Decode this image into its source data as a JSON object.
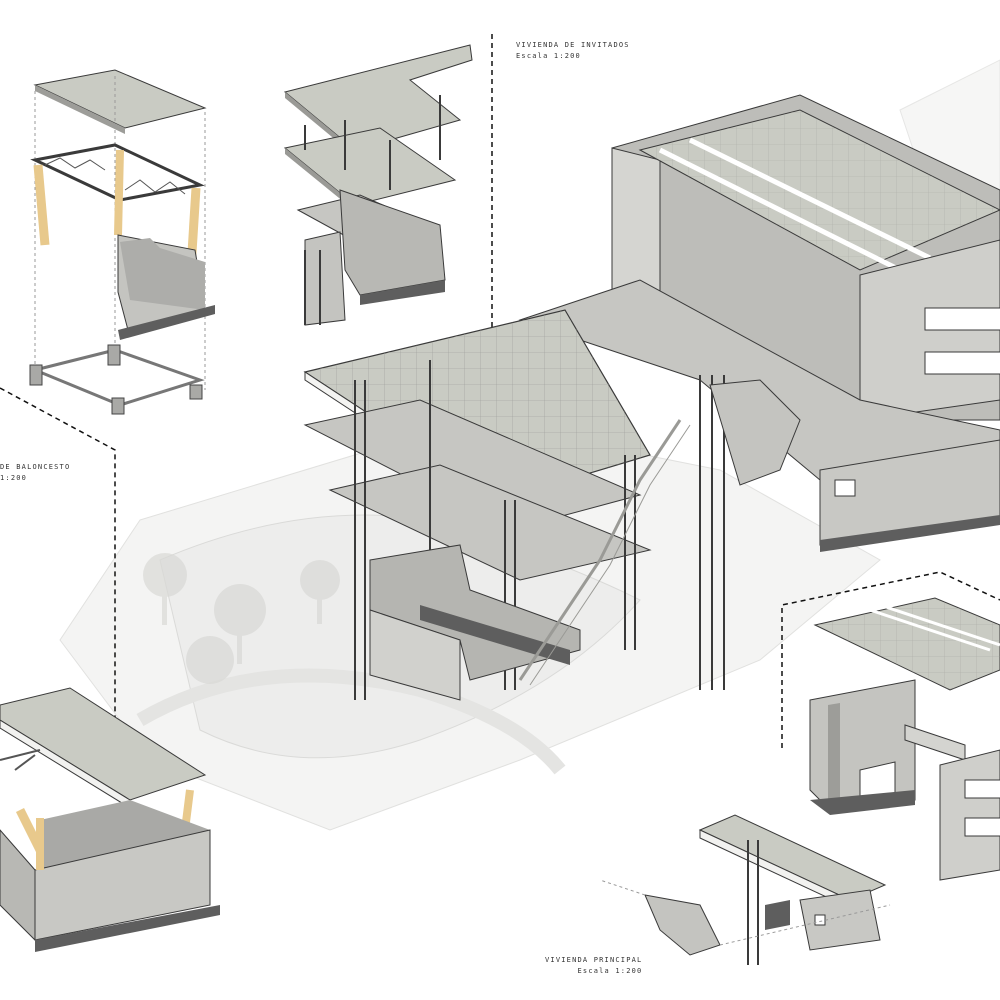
{
  "labels": {
    "invitados": {
      "title": "VIVIENDA DE INVITADOS",
      "scale": "Escala 1:200"
    },
    "baloncesto": {
      "title": "DE BALONCESTO",
      "scale": "1:200"
    },
    "principal": {
      "title": "VIVIENDA PRINCIPAL",
      "scale": "Escala 1:200"
    }
  },
  "palette": {
    "background": "#ffffff",
    "concrete_light": "#d4d4d0",
    "concrete_mid": "#b8b8b4",
    "concrete_dark": "#8f8f8b",
    "slab_top": "#c9cbc3",
    "shadow": "#5e5e5e",
    "timber": "#e8c98c",
    "ghost": "#e6e6e4",
    "line": "#3a3a3a"
  }
}
